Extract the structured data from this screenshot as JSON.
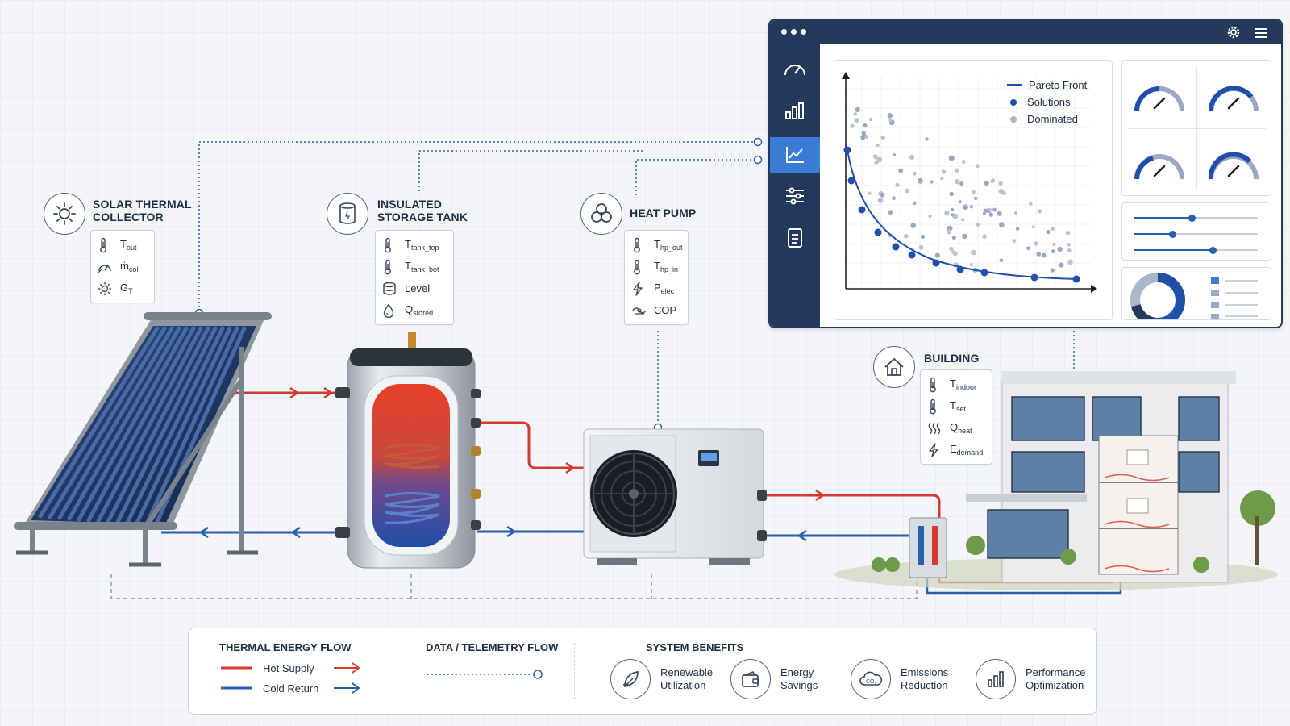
{
  "components": {
    "solar": {
      "title_line1": "SOLAR THERMAL",
      "title_line2": "COLLECTOR",
      "sensors": [
        {
          "base": "T",
          "sub": "out",
          "icon": "thermometer-icon"
        },
        {
          "base": "ṁ",
          "sub": "col",
          "icon": "flow-meter-icon"
        },
        {
          "base": "G",
          "sub": "T",
          "icon": "sun-icon"
        }
      ]
    },
    "tank": {
      "title_line1": "INSULATED",
      "title_line2": "STORAGE TANK",
      "sensors": [
        {
          "base": "T",
          "sub": "tank_top",
          "icon": "thermometer-icon"
        },
        {
          "base": "T",
          "sub": "tank_bot",
          "icon": "thermometer-icon"
        },
        {
          "base": "Level",
          "sub": "",
          "icon": "level-icon"
        },
        {
          "base": "Q",
          "sub": "stored",
          "icon": "drop-icon"
        }
      ]
    },
    "heatpump": {
      "title_line1": "HEAT PUMP",
      "sensors": [
        {
          "base": "T",
          "sub": "hp_out",
          "icon": "thermometer-icon"
        },
        {
          "base": "T",
          "sub": "hp_in",
          "icon": "thermometer-icon"
        },
        {
          "base": "P",
          "sub": "elec",
          "icon": "lightning-icon"
        },
        {
          "base": "COP",
          "sub": "",
          "icon": "cop-icon"
        }
      ]
    },
    "building": {
      "title_line1": "BUILDING",
      "sensors": [
        {
          "base": "T",
          "sub": "indoor",
          "icon": "thermometer-icon"
        },
        {
          "base": "T",
          "sub": "set",
          "icon": "thermometer-icon"
        },
        {
          "base": "Q",
          "sub": "heat",
          "icon": "heat-waves-icon"
        },
        {
          "base": "E",
          "sub": "demand",
          "icon": "lightning-icon"
        }
      ]
    }
  },
  "dashboard": {
    "legend": {
      "pareto": "Pareto Front",
      "solutions": "Solutions",
      "dominated": "Dominated"
    },
    "colors": {
      "navy": "#243a5c",
      "accent": "#3a7bd5",
      "pareto": "#1f4fa8",
      "dominated": "#9aa9c1"
    }
  },
  "legend": {
    "thermal": {
      "heading": "THERMAL ENERGY FLOW",
      "hot": "Hot Supply",
      "cold": "Cold Return",
      "hot_color": "#d63a2f",
      "cold_color": "#2a5fb0"
    },
    "data": {
      "heading": "DATA / TELEMETRY FLOW"
    },
    "benefits": {
      "heading": "SYSTEM BENEFITS",
      "items": [
        {
          "l1": "Renewable",
          "l2": "Utilization",
          "icon": "leaf-icon"
        },
        {
          "l1": "Energy",
          "l2": "Savings",
          "icon": "wallet-icon"
        },
        {
          "l1": "Emissions",
          "l2": "Reduction",
          "icon": "co2-cloud-icon"
        },
        {
          "l1": "Performance",
          "l2": "Optimization",
          "icon": "bar-chart-icon"
        }
      ]
    }
  }
}
